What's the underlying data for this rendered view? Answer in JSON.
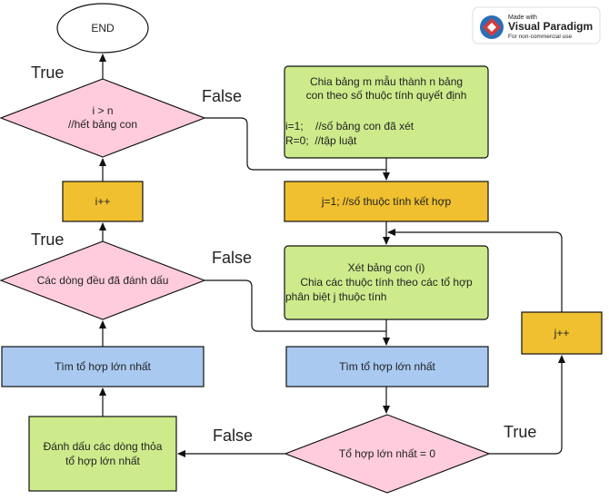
{
  "watermark": {
    "line1": "Made with",
    "line2": "Visual Paradigm",
    "line3": "For non-commercial use"
  },
  "nodes": {
    "end": "END",
    "check_i": [
      "i > n",
      "//hết bảng con"
    ],
    "i_inc": "i++",
    "all_marked": "Các dòng đều đã đánh dấu",
    "find_left": "Tìm tổ hợp lớn nhất",
    "mark_rows": [
      "Đánh dấu các dòng thỏa",
      "tổ hợp lớn nhất"
    ],
    "split": [
      "Chia bảng m mẫu thành n bảng",
      "con theo số thuộc tính quyết định",
      "",
      "i=1;    //số bảng con đã xét",
      "R=0;  //tập luật"
    ],
    "j_init": "j=1; //số thuộc tính kết hợp",
    "consider": [
      "Xét bảng con (i)",
      "Chia các thuộc tính theo các tổ hợp",
      "phân biệt j thuộc tính"
    ],
    "find_right": "Tìm tổ hợp lớn nhất",
    "max_zero": "Tổ hợp lớn nhất = 0",
    "j_inc": "j++"
  },
  "edge_labels": {
    "check_i_true": "True",
    "check_i_false": "False",
    "all_marked_true": "True",
    "all_marked_false": "False",
    "max_zero_false": "False",
    "max_zero_true": "True"
  },
  "colors": {
    "green": "#cdeb8b",
    "green_stroke": "#36393d",
    "yellow": "#f0c030",
    "pink": "#ffccdd",
    "blue": "#a9c9f0",
    "white": "#ffffff"
  }
}
